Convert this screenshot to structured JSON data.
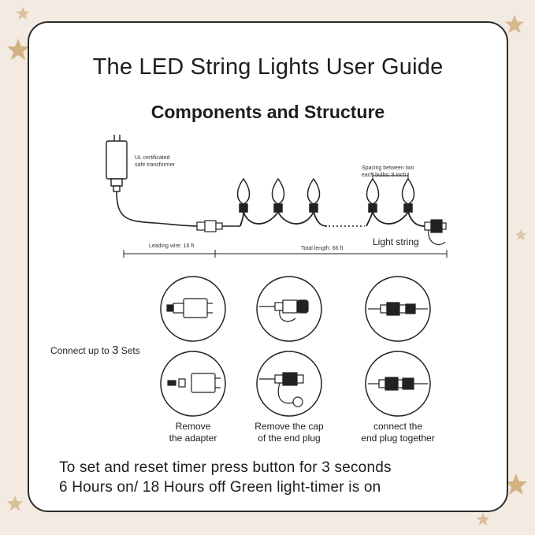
{
  "title": "The LED String Lights User Guide",
  "subtitle": "Components and Structure",
  "diagram": {
    "transformer_label_line1": "UL certificated",
    "transformer_label_line2": "safe transformer",
    "spacing_label_line1": "Spacing between two",
    "spacing_label_line2": "each bulbs: 8 inch",
    "light_string_label": "Light string",
    "leading_wire_label": "Leading wire: 16 ft",
    "total_length_label": "Total length: 66 ft"
  },
  "connect": {
    "label": "Connect up to ",
    "count": "3",
    "suffix": " Sets"
  },
  "steps": [
    {
      "line1": "Remove",
      "line2": "the adapter"
    },
    {
      "line1": "Remove the cap",
      "line2": "of the end plug"
    },
    {
      "line1": "connect the",
      "line2": "end plug together"
    }
  ],
  "timer": {
    "line1": "To set and reset timer press button for 3 seconds",
    "line2": "6 Hours on/ 18 Hours off Green light-timer is on"
  },
  "colors": {
    "background": "#f3ebe2",
    "star": "#c9a46a",
    "ink": "#1d1d1d"
  }
}
